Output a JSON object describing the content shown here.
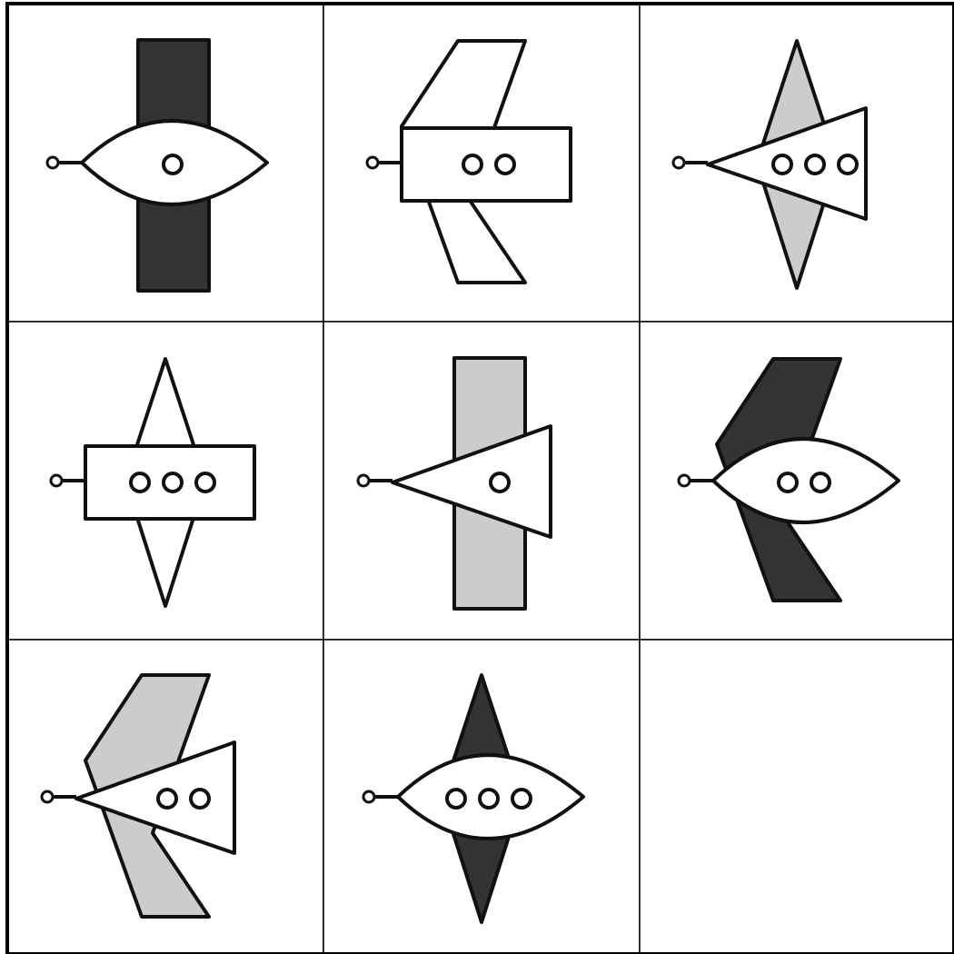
{
  "colors": {
    "dark": "#333333",
    "gray": "#cccccc",
    "white": "#ffffff",
    "outline": "#111111"
  },
  "grid": {
    "rows": 3,
    "cols": 3,
    "cells": [
      {
        "row": 1,
        "col": 1,
        "wing": "rectangle",
        "wing_fill": "dark",
        "body": "lens",
        "windows": 1
      },
      {
        "row": 1,
        "col": 2,
        "wing": "swept",
        "wing_fill": "white",
        "body": "rectangle",
        "windows": 2
      },
      {
        "row": 1,
        "col": 3,
        "wing": "diamond",
        "wing_fill": "gray",
        "body": "triangle",
        "windows": 3
      },
      {
        "row": 2,
        "col": 1,
        "wing": "diamond",
        "wing_fill": "white",
        "body": "rectangle",
        "windows": 3
      },
      {
        "row": 2,
        "col": 2,
        "wing": "rectangle",
        "wing_fill": "gray",
        "body": "triangle",
        "windows": 1
      },
      {
        "row": 2,
        "col": 3,
        "wing": "swept",
        "wing_fill": "dark",
        "body": "lens",
        "windows": 2
      },
      {
        "row": 3,
        "col": 1,
        "wing": "swept",
        "wing_fill": "gray",
        "body": "triangle",
        "windows": 2
      },
      {
        "row": 3,
        "col": 2,
        "wing": "diamond",
        "wing_fill": "dark",
        "body": "lens",
        "windows": 3
      },
      {
        "row": 3,
        "col": 3,
        "empty": true
      }
    ]
  }
}
